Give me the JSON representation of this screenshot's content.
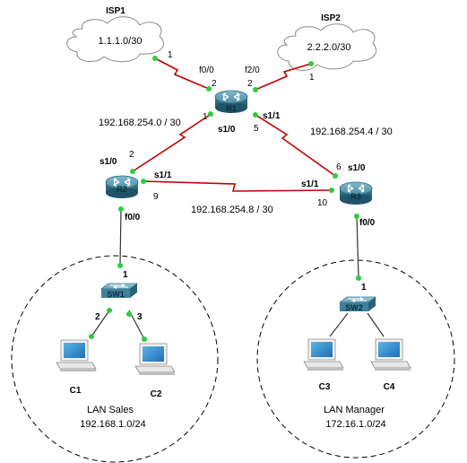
{
  "clouds": [
    {
      "id": "isp1",
      "name": "ISP1",
      "subnet": "1.1.1.0/30"
    },
    {
      "id": "isp2",
      "name": "ISP2",
      "subnet": "2.2.2.0/30"
    }
  ],
  "routers": [
    {
      "id": "r1",
      "name": "R1"
    },
    {
      "id": "r2",
      "name": "R2"
    },
    {
      "id": "r3",
      "name": "R3"
    }
  ],
  "switches": [
    {
      "id": "sw1",
      "name": "SW1"
    },
    {
      "id": "sw2",
      "name": "SW2"
    }
  ],
  "hosts": [
    {
      "id": "c1",
      "name": "C1"
    },
    {
      "id": "c2",
      "name": "C2"
    },
    {
      "id": "c3",
      "name": "C3"
    },
    {
      "id": "c4",
      "name": "C4"
    }
  ],
  "links": {
    "isp1_r1": {
      "isp_end": "1",
      "r1_if": "f0/0",
      "r1_end": "2"
    },
    "isp2_r1": {
      "isp_end": "1",
      "r1_if": "f2/0",
      "r1_end": "2"
    },
    "r1_r2": {
      "subnet": "192.168.254.0 / 30",
      "r1_if": "s1/0",
      "r1_end": "1",
      "r2_if": "s1/0",
      "r2_end": "2"
    },
    "r1_r3": {
      "subnet": "192.168.254.4 / 30",
      "r1_if": "s1/1",
      "r1_end": "5",
      "r3_if": "s1/0",
      "r3_end": "6"
    },
    "r2_r3": {
      "subnet": "192.168.254.8 / 30",
      "r2_if": "s1/1",
      "r2_end": "9",
      "r3_if": "s1/1",
      "r3_end": "10"
    },
    "r2_sw1": {
      "r2_if": "f0/0",
      "sw_end": "1"
    },
    "r3_sw2": {
      "r3_if": "f0/0",
      "sw_end": "1"
    },
    "sw1_c1": {
      "sw_end": "2"
    },
    "sw1_c2": {
      "sw_end": "3"
    }
  },
  "lans": [
    {
      "id": "lan-sales",
      "name": "LAN Sales",
      "subnet": "192.168.1.0/24"
    },
    {
      "id": "lan-manager",
      "name": "LAN Manager",
      "subnet": "172.16.1.0/24"
    }
  ],
  "colors": {
    "router_top": "#5a9bb0",
    "router_body": "#2e6f86",
    "switch": "#6fa6bd",
    "port_dot": "#2ecc40",
    "link": "#c00000",
    "lan_link": "#333333"
  }
}
